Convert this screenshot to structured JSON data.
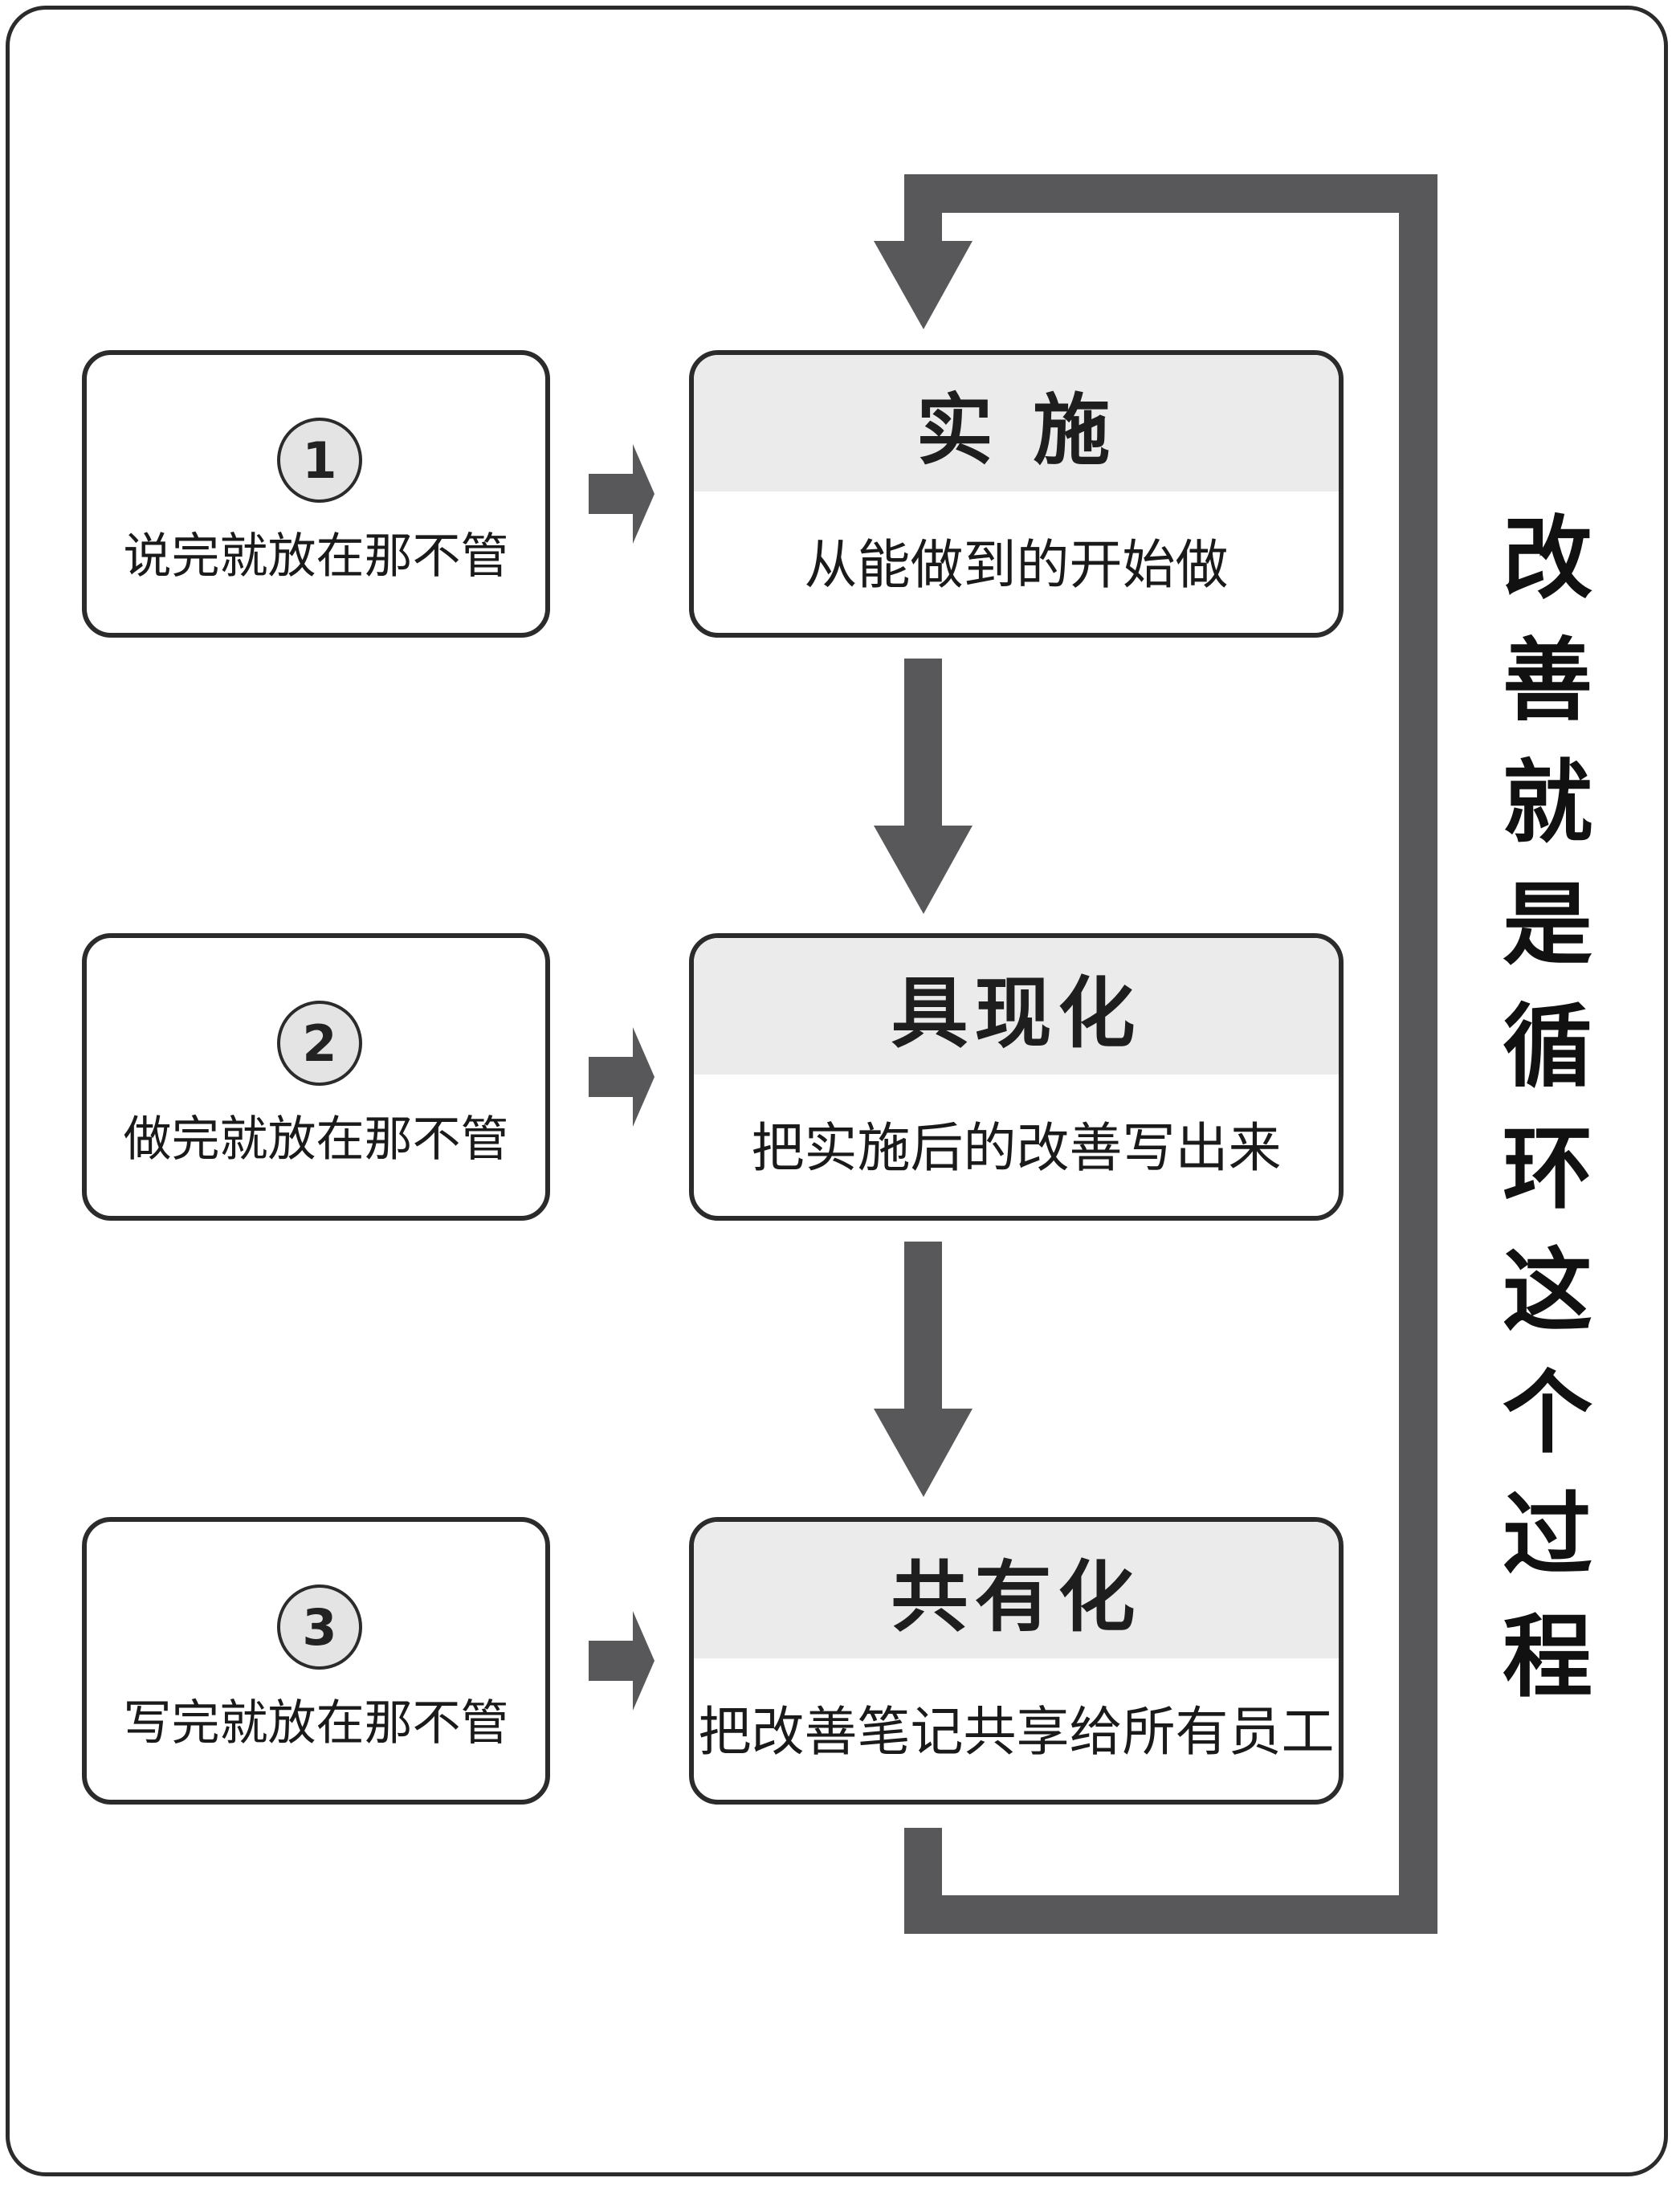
{
  "steps": [
    {
      "number": "1",
      "left_text": "说完就放在那不管",
      "title": "实 施",
      "body": "从能做到的开始做"
    },
    {
      "number": "2",
      "left_text": "做完就放在那不管",
      "title": "具现化",
      "body": "把实施后的改善写出来"
    },
    {
      "number": "3",
      "left_text": "写完就放在那不管",
      "title": "共有化",
      "body": "把改善笔记共享给所有员工"
    }
  ],
  "side_title_chars": [
    "改",
    "善",
    "就",
    "是",
    "循",
    "环",
    "这",
    "个",
    "过",
    "程"
  ],
  "colors": {
    "arrow": "#58585a",
    "border": "#2b2b2b",
    "header": "#ebebeb",
    "circle": "#e4e4e4"
  }
}
